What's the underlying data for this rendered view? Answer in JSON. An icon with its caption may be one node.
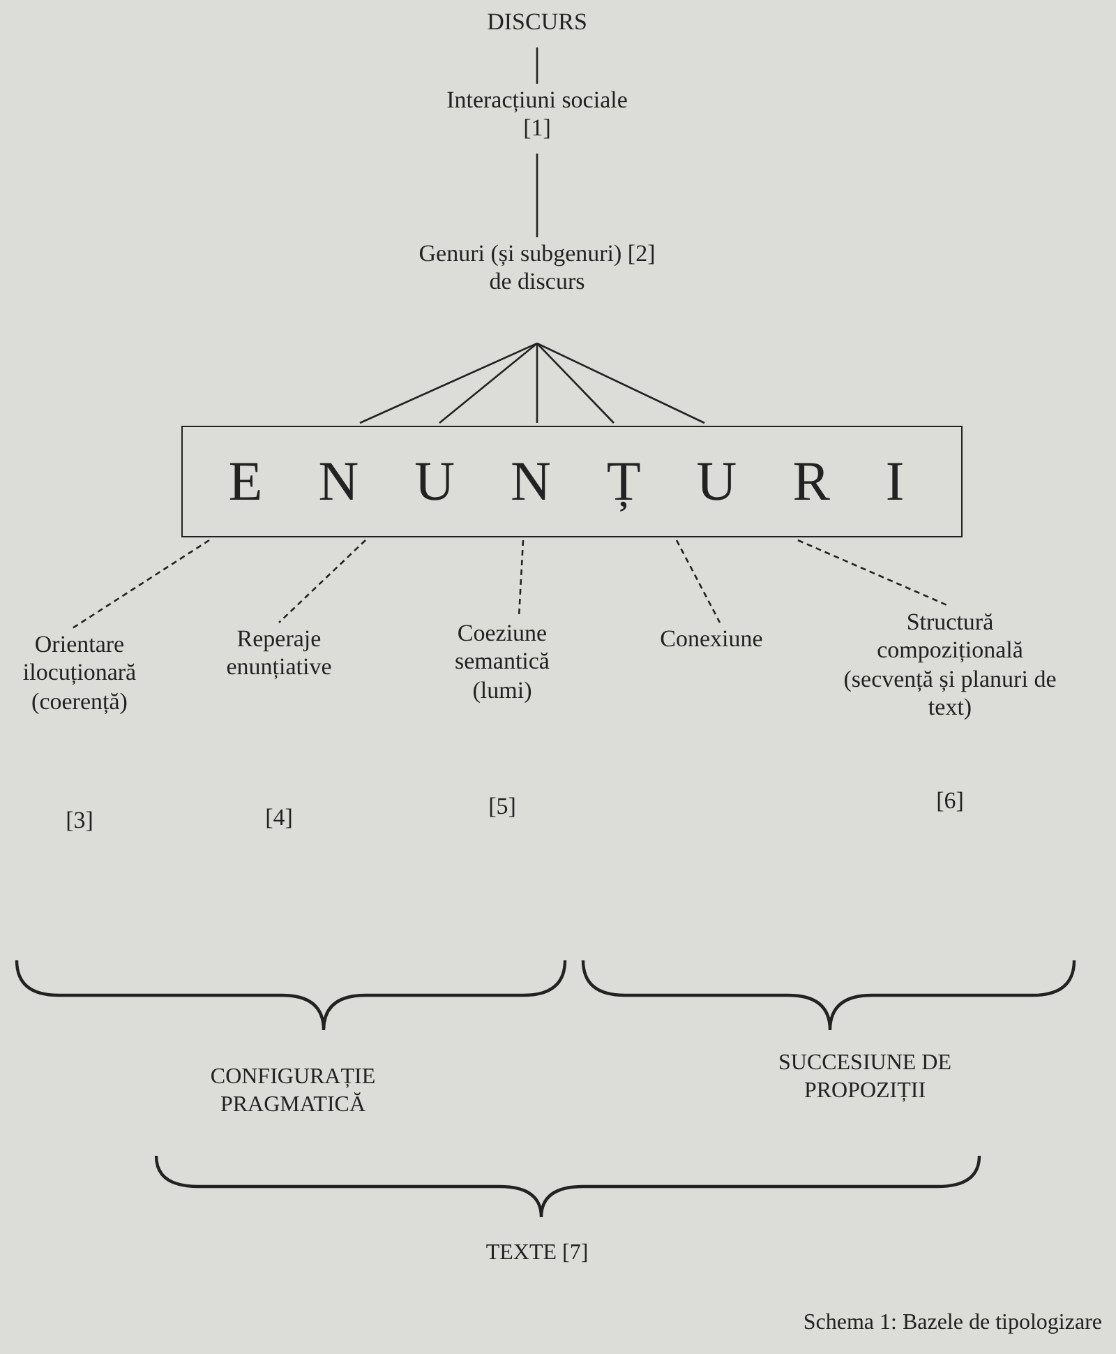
{
  "diagram": {
    "caption": "Schema 1: Bazele de tipologizare",
    "nodes": [
      {
        "text": [
          "DISCURS"
        ]
      },
      {
        "text": [
          "Interacțiuni sociale [1]"
        ]
      },
      {
        "text": [
          "Genuri (și subgenuri) [2] de discurs"
        ]
      },
      {
        "text": [
          "E N U N Ț U R I"
        ]
      },
      {
        "text": [
          "Orientare ilocuționară (coerență)",
          "[3]"
        ]
      },
      {
        "text": [
          "Reperaje enunțiative",
          "[4]"
        ]
      },
      {
        "text": [
          "Coeziune semantică (lumi)",
          "[5]"
        ]
      },
      {
        "text": [
          "Conexiune"
        ]
      },
      {
        "text": [
          "Structură compozițională (secvență și planuri de text)",
          "[6]"
        ]
      }
    ],
    "edges": [
      {
        "from": 0,
        "to": 1,
        "arrow": "none"
      },
      {
        "from": 1,
        "to": 2,
        "arrow": "none"
      },
      {
        "from": 2,
        "to": 3,
        "arrow": "none"
      },
      {
        "from": 2,
        "to": 3,
        "arrow": "none"
      },
      {
        "from": 2,
        "to": 3,
        "arrow": "none"
      },
      {
        "from": 2,
        "to": 3,
        "arrow": "none"
      },
      {
        "from": 2,
        "to": 3,
        "arrow": "none"
      },
      {
        "from": 3,
        "to": 4,
        "arrow": "none",
        "style": "dashed"
      },
      {
        "from": 3,
        "to": 5,
        "arrow": "none",
        "style": "dashed"
      },
      {
        "from": 3,
        "to": 6,
        "arrow": "none",
        "style": "dashed"
      },
      {
        "from": 3,
        "to": 7,
        "arrow": "none",
        "style": "dashed"
      },
      {
        "from": 3,
        "to": 8,
        "arrow": "none",
        "style": "dashed"
      }
    ],
    "labels": [
      "CONFIGURAȚIE PRAGMATICĂ",
      "SUCCESIUNE DE PROPOZIȚII",
      "TEXTE [7]"
    ]
  }
}
